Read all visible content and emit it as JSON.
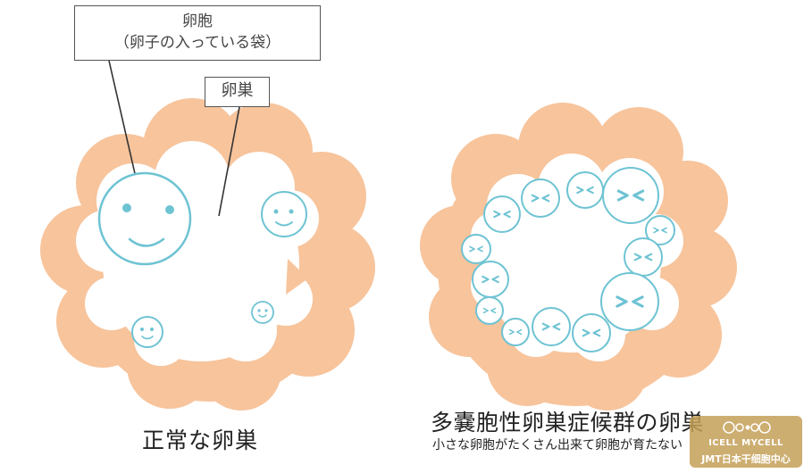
{
  "labels": {
    "follicle_title": "卵胞",
    "follicle_note": "（卵子の入っている袋）",
    "ovary": "卵巣"
  },
  "captions": {
    "normal": "正常な卵巣",
    "pcos": "多嚢胞性卵巣症候群の卵巣",
    "pcos_sub": "小さな卵胞がたくさん出来て卵胞が育たない"
  },
  "watermark": {
    "brand": "ICELL MYCELL",
    "name": "JMT日本干细胞中心"
  },
  "colors": {
    "ovary_rim": "#f7c49c",
    "follicle_stroke": "#6ec3d3",
    "follicle_fill": "#ffffff",
    "watermark_bg": "#c4a058"
  },
  "icons": {
    "normal_follicle_face": "smiley-face",
    "pcos_follicle_face": "squinting-face"
  }
}
